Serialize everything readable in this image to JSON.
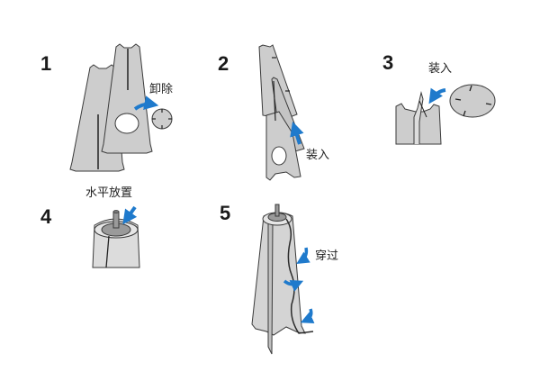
{
  "colors": {
    "panel_fill": "#cdcdcd",
    "outline": "#3a3a3a",
    "arrow": "#1f7acc",
    "hub_fill": "#9a9a9a",
    "background": "#ffffff"
  },
  "steps": [
    {
      "number": "1",
      "label": "卸除",
      "arrow_icon": "arrow-right-icon"
    },
    {
      "number": "2",
      "label": "装入",
      "arrow_icon": "arrow-up-icon"
    },
    {
      "number": "3",
      "label": "装入",
      "arrow_icon": "arrow-left-icon"
    },
    {
      "number": "4",
      "label": "水平放置",
      "arrow_icon": "arrow-down-left-icon"
    },
    {
      "number": "5",
      "label": "穿过",
      "arrow_icon": "arrow-curve-icon"
    }
  ]
}
